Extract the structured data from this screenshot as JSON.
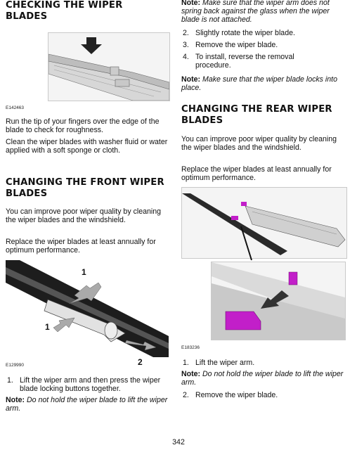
{
  "left": {
    "heading1": "CHECKING THE WIPER BLADES",
    "fig1_code": "E142463",
    "para1": "Run the tip of your fingers over the edge of the blade to check for roughness.",
    "para2": "Clean the wiper blades with washer fluid or water applied with a soft sponge or cloth.",
    "heading2": "CHANGING THE FRONT WIPER BLADES",
    "para3": "You can improve poor wiper quality by cleaning the wiper blades and the windshield.",
    "para4": "Replace the wiper blades at least annually for optimum performance.",
    "fig2_code": "E129990",
    "fig2_callouts": [
      "1",
      "1",
      "2"
    ],
    "step1_num": "1.",
    "step1": "Lift the wiper arm and then press the wiper blade locking buttons together.",
    "note1_label": "Note:",
    "note1_text": "Do not hold the wiper blade to lift the wiper arm."
  },
  "right": {
    "note0_label": "Note:",
    "note0_text": "Make sure that the wiper arm does not spring back against the glass when the wiper blade is not attached.",
    "steps": [
      {
        "num": "2.",
        "text": "Slightly rotate the wiper blade."
      },
      {
        "num": "3.",
        "text": "Remove the wiper blade."
      },
      {
        "num": "4.",
        "text": "To install, reverse the removal procedure."
      }
    ],
    "note2_label": "Note:",
    "note2_text": "Make sure that the wiper blade locks into place.",
    "heading3": "CHANGING THE REAR WIPER BLADES",
    "para5": "You can improve poor wiper quality by cleaning the wiper blades and the windshield.",
    "para6": "Replace the wiper blades at least annually for optimum performance.",
    "fig3_code": "E183236",
    "step_r1_num": "1.",
    "step_r1": "Lift the wiper arm.",
    "note3_label": "Note:",
    "note3_text": "Do not hold the wiper blade to lift the wiper arm.",
    "step_r2_num": "2.",
    "step_r2": "Remove the wiper blade."
  },
  "page_number": "342",
  "colors": {
    "clip_magenta": "#c21fc9",
    "figure_bg": "#f4f4f4"
  }
}
